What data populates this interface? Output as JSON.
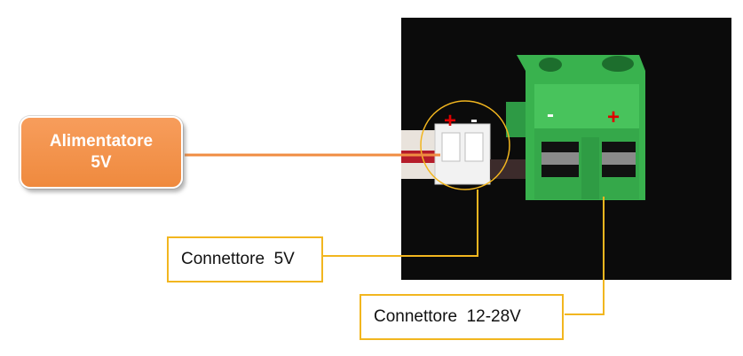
{
  "power_box": {
    "line1": "Alimentatore",
    "line2": "5V",
    "color": "#f08c42"
  },
  "callouts": {
    "connector_5v": "Connettore  5V",
    "connector_12_28v": "Connettore  12-28V",
    "line_color": "#f2b61f"
  },
  "polarity": {
    "small_plus": "+",
    "small_minus": "-",
    "block_minus": "-",
    "block_plus": "+",
    "plus_color": "#e00000",
    "minus_color": "#ffffff"
  }
}
